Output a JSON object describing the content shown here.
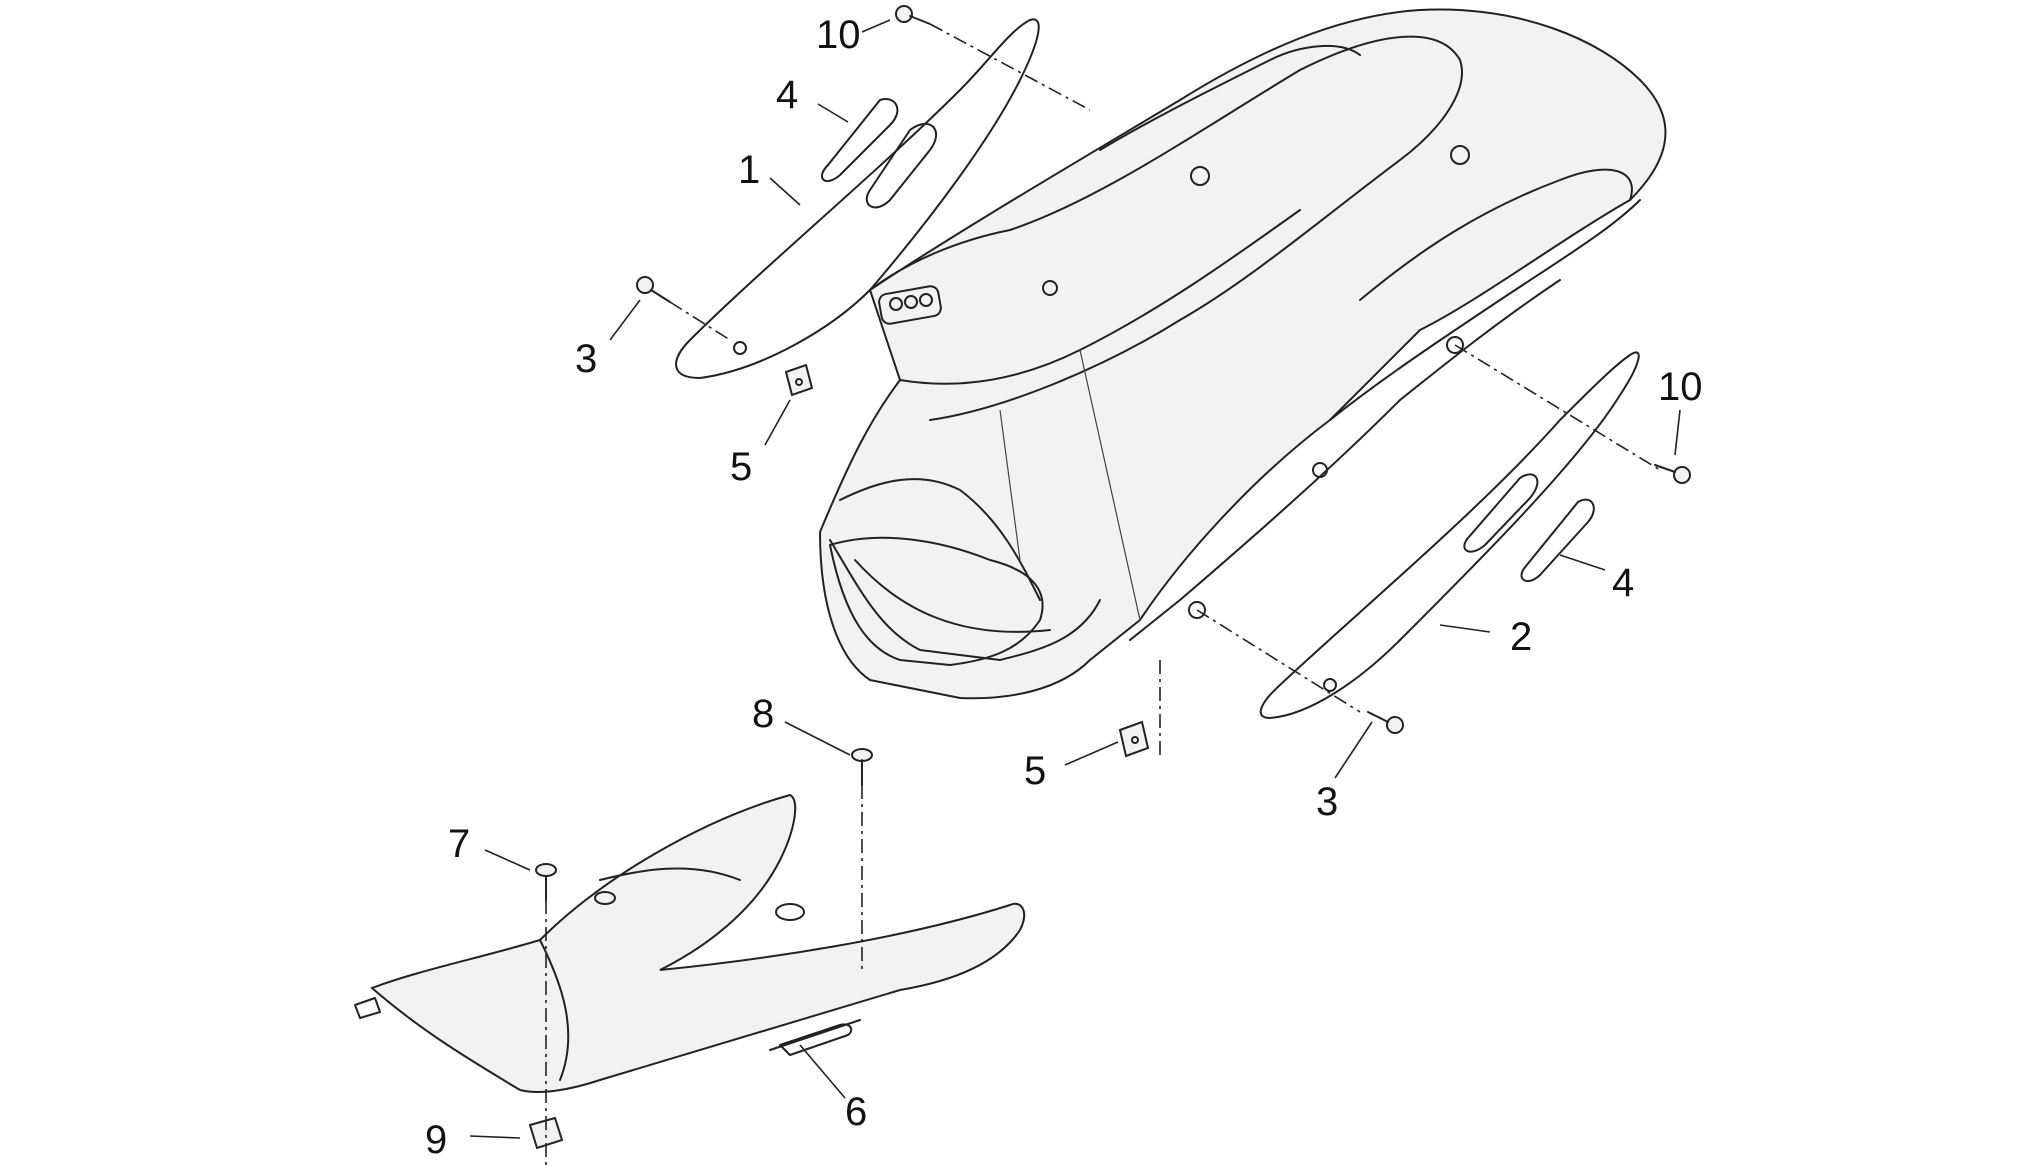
{
  "callouts": {
    "c1": "1",
    "c2": "2",
    "c3a": "3",
    "c3b": "3",
    "c4a": "4",
    "c4b": "4",
    "c5a": "5",
    "c5b": "5",
    "c6": "6",
    "c7": "7",
    "c8": "8",
    "c9": "9",
    "c10a": "10",
    "c10b": "10"
  },
  "colors": {
    "line": "#222222",
    "background": "#ffffff",
    "shading": "#f2f2f2"
  }
}
